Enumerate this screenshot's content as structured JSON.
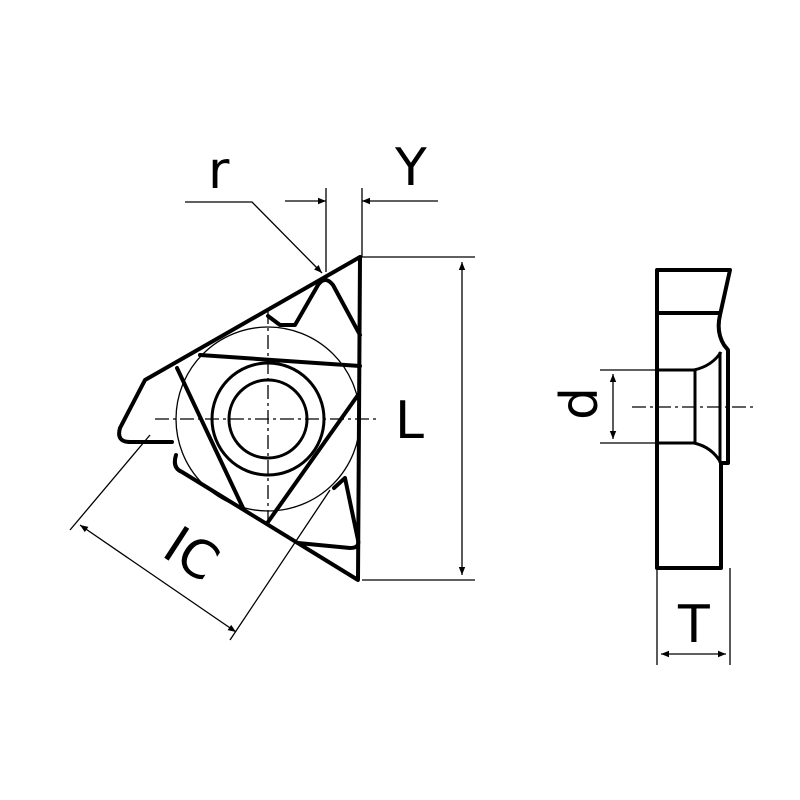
{
  "labels": {
    "r": "r",
    "y": "Y",
    "l": "L",
    "ic": "IC",
    "d": "d",
    "t": "T"
  },
  "colors": {
    "line": "#000000",
    "background": "#ffffff"
  }
}
